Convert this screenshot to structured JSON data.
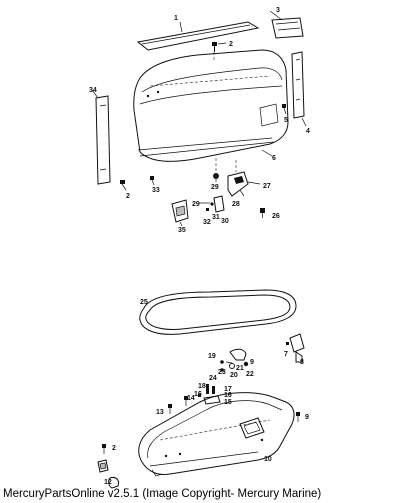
{
  "caption": "MercuryPartsOnline v2.5.1 (Image Copyright- Mercury Marine)",
  "labels": {
    "p1": "1",
    "p2a": "2",
    "p2b": "2",
    "p2c": "2",
    "p3": "3",
    "p4": "4",
    "p5": "5",
    "p6": "6",
    "p7": "7",
    "p8": "8",
    "p9a": "9",
    "p9b": "9",
    "p10": "10",
    "p12": "12",
    "p13": "13",
    "p14": "14",
    "p15": "15",
    "p16a": "16",
    "p16b": "16",
    "p17": "17",
    "p18": "18",
    "p19": "19",
    "p20": "20",
    "p21": "21",
    "p22": "22",
    "p23": "23",
    "p24": "24",
    "p25": "25",
    "p26": "26",
    "p27": "27",
    "p28": "28",
    "p29a": "29",
    "p29b": "29",
    "p30": "30",
    "p31": "31",
    "p32": "32",
    "p33": "33",
    "p34": "34",
    "p35": "35"
  }
}
